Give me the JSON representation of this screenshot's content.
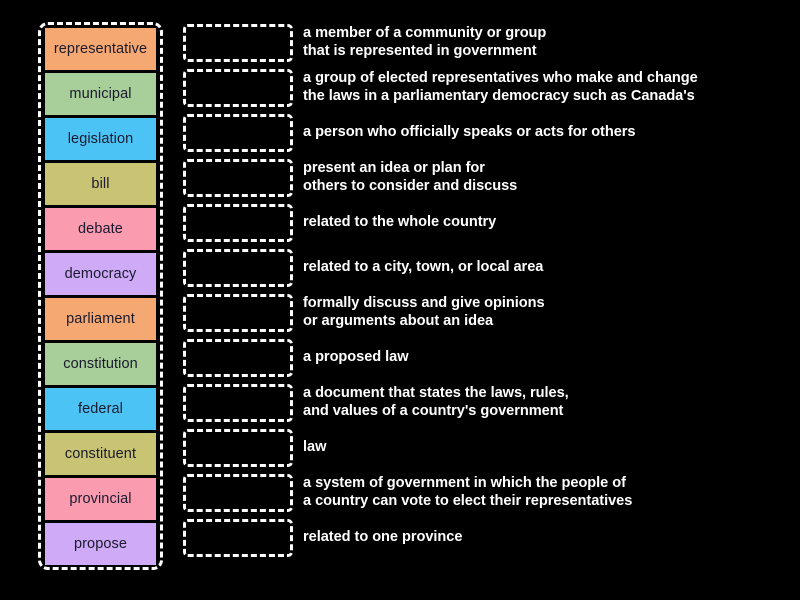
{
  "activity": {
    "type": "match-up",
    "background_color": "#000000",
    "tile_text_color": "#1a1a2e",
    "definition_text_color": "#ffffff",
    "dashed_border_color": "#ffffff"
  },
  "word_bank": {
    "label": "word-bank",
    "tiles": [
      {
        "word": "representative",
        "color": "#f5a871"
      },
      {
        "word": "municipal",
        "color": "#a8ce9a"
      },
      {
        "word": "legislation",
        "color": "#4cc3f5"
      },
      {
        "word": "bill",
        "color": "#c9c473"
      },
      {
        "word": "debate",
        "color": "#fb9bb0"
      },
      {
        "word": "democracy",
        "color": "#ceaaf7"
      },
      {
        "word": "parliament",
        "color": "#f5a871"
      },
      {
        "word": "constitution",
        "color": "#a8ce9a"
      },
      {
        "word": "federal",
        "color": "#4cc3f5"
      },
      {
        "word": "constituent",
        "color": "#c9c473"
      },
      {
        "word": "provincial",
        "color": "#fb9bb0"
      },
      {
        "word": "propose",
        "color": "#ceaaf7"
      }
    ]
  },
  "answers": {
    "label": "definitions-column",
    "rows": [
      {
        "dropzone_placeholder": "",
        "definition": "a member of a community or group\nthat is represented in government"
      },
      {
        "dropzone_placeholder": "",
        "definition": "a group of elected representatives who make and change\nthe laws in a parliamentary democracy such as Canada's"
      },
      {
        "dropzone_placeholder": "",
        "definition": "a person who officially speaks or acts for others"
      },
      {
        "dropzone_placeholder": "",
        "definition": "present an idea or plan for\nothers to consider and discuss"
      },
      {
        "dropzone_placeholder": "",
        "definition": "related to the whole country"
      },
      {
        "dropzone_placeholder": "",
        "definition": "related to a city, town, or local area"
      },
      {
        "dropzone_placeholder": "",
        "definition": "formally discuss and give opinions\nor arguments about an idea"
      },
      {
        "dropzone_placeholder": "",
        "definition": "a proposed law"
      },
      {
        "dropzone_placeholder": "",
        "definition": "a document that states the laws, rules,\nand values of a country's government"
      },
      {
        "dropzone_placeholder": "",
        "definition": "law"
      },
      {
        "dropzone_placeholder": "",
        "definition": "a system of government in which the people of\na country can vote to elect their representatives"
      },
      {
        "dropzone_placeholder": "",
        "definition": "related to one province"
      }
    ]
  }
}
